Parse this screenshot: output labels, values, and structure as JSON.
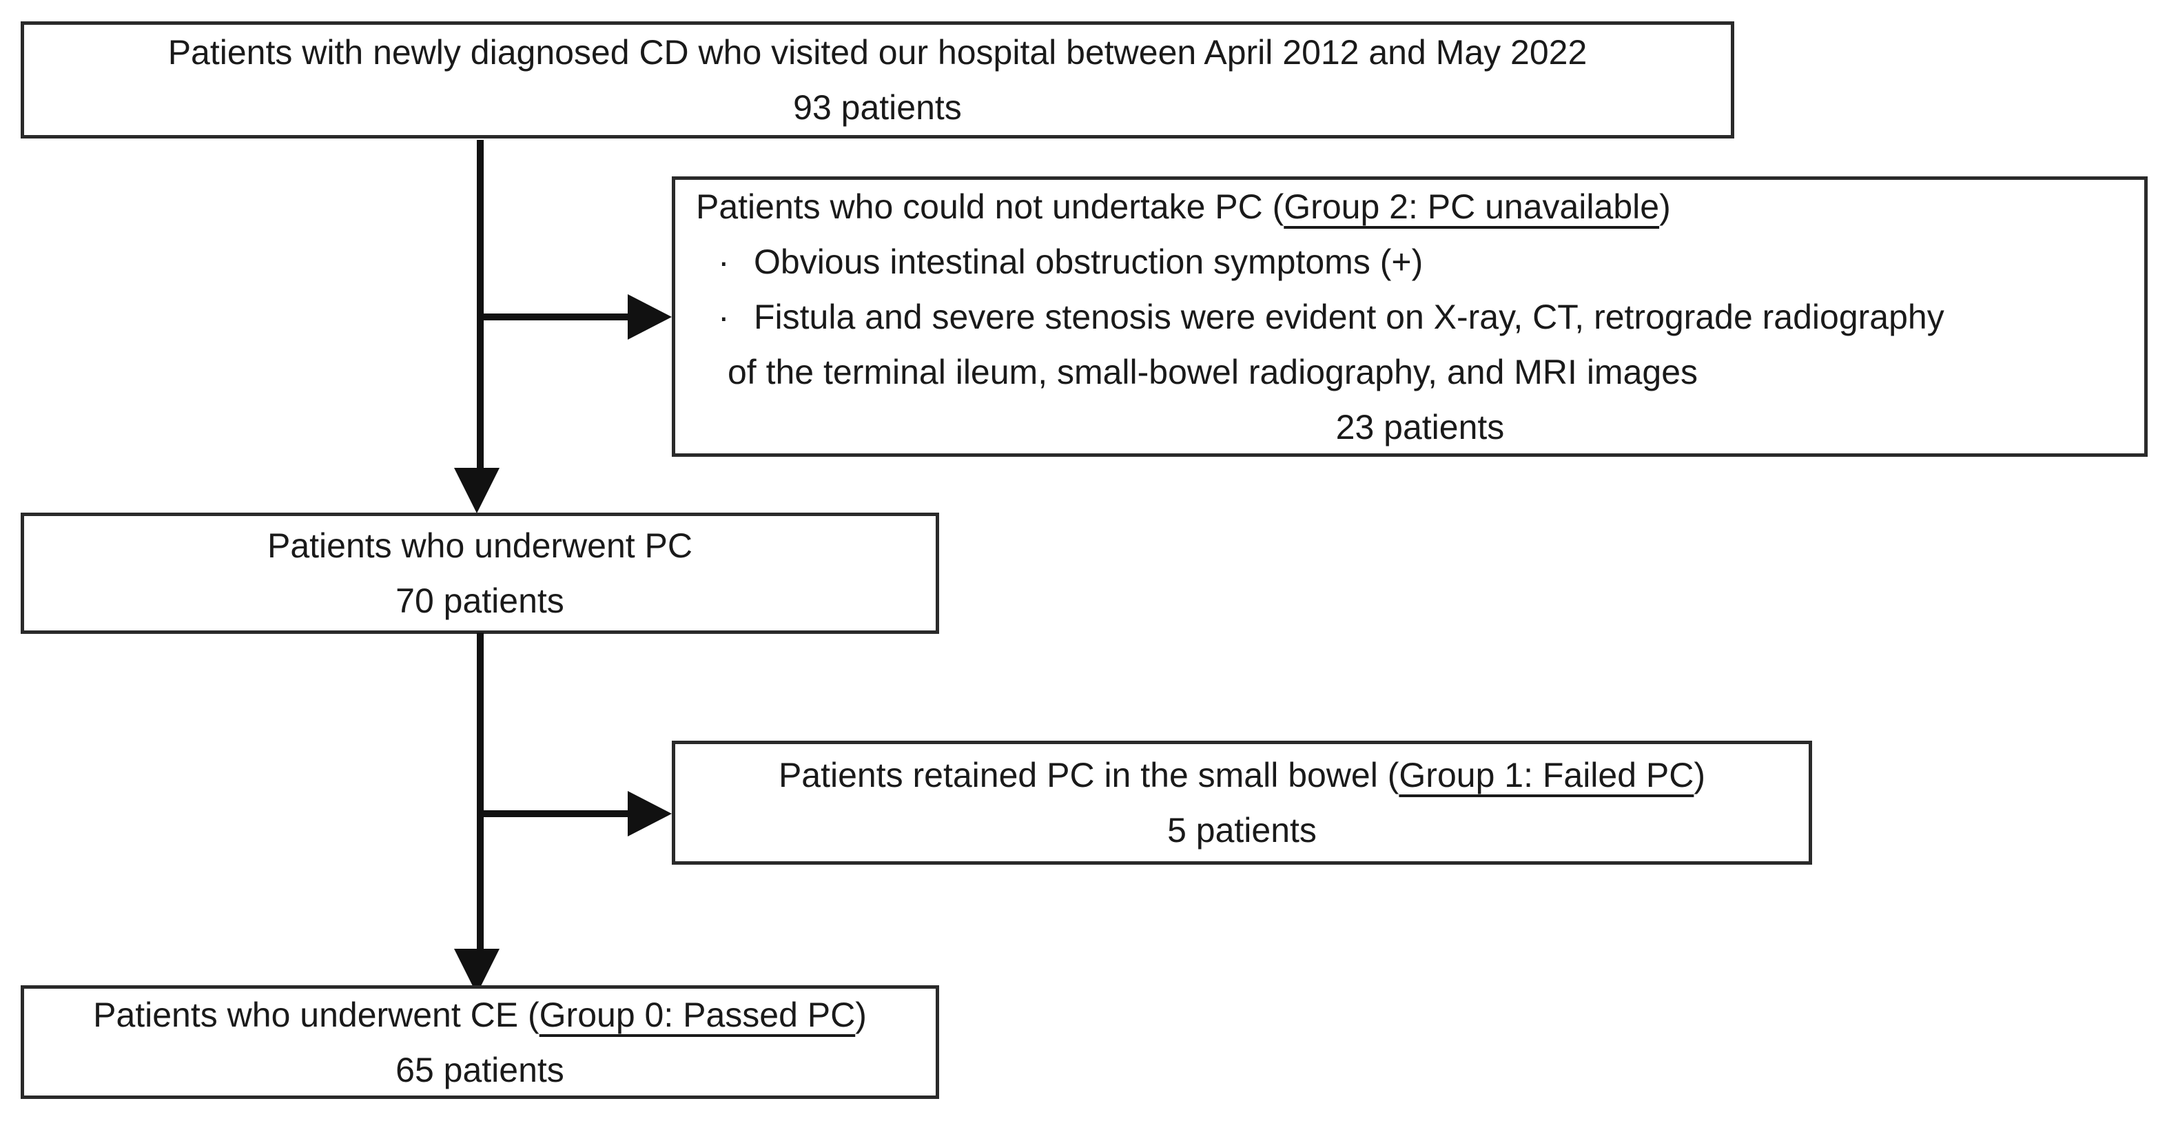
{
  "boxes": {
    "enrolled": {
      "title": "Patients with newly diagnosed CD who visited our hospital between April 2012 and May 2022",
      "count": "93 patients"
    },
    "pc_unavailable": {
      "title_prefix": "Patients who could not undertake PC (",
      "title_underlined": "Group 2: PC unavailable",
      "title_suffix": ")",
      "bullet_char": "·",
      "bullet1": "Obvious intestinal obstruction symptoms (+)",
      "bullet2": "Fistula and severe stenosis were evident on X-ray, CT, retrograde radiography",
      "bullet2_continuation": "of the terminal ileum, small-bowel radiography, and MRI images",
      "count": "23 patients"
    },
    "underwent_pc": {
      "title": "Patients who underwent PC",
      "count": "70 patients"
    },
    "failed_pc": {
      "title_prefix": "Patients retained PC in the small bowel (",
      "title_underlined": "Group 1: Failed PC",
      "title_suffix": ")",
      "count": "5 patients"
    },
    "passed_pc": {
      "title_prefix": "Patients who underwent CE (",
      "title_underlined": "Group 0: Passed PC",
      "title_suffix": ")",
      "count": "65 patients"
    }
  },
  "colors": {
    "border": "#2a2a2a",
    "text": "#1a1a1a",
    "arrow": "#111111",
    "background": "#ffffff"
  }
}
